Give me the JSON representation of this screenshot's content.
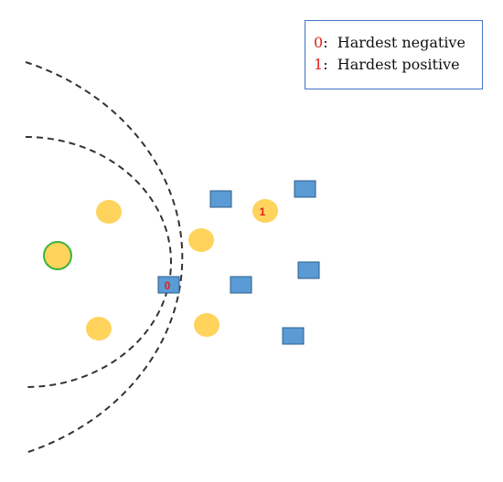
{
  "legend": {
    "items": [
      {
        "key": "0",
        "sep": ":  ",
        "label": "Hardest negative"
      },
      {
        "key": "1",
        "sep": ":  ",
        "label": "Hardest positive"
      }
    ]
  },
  "markers": {
    "hardest_negative_label": "0",
    "hardest_positive_label": "1"
  },
  "colors": {
    "positive_fill": "#ffd35c",
    "negative_fill": "#5b9bd5",
    "negative_stroke": "#2e5c8a",
    "anchor_stroke": "#3db33d",
    "boundary_stroke": "#333333",
    "marker_text": "#e02020",
    "legend_border": "#4472c4"
  }
}
